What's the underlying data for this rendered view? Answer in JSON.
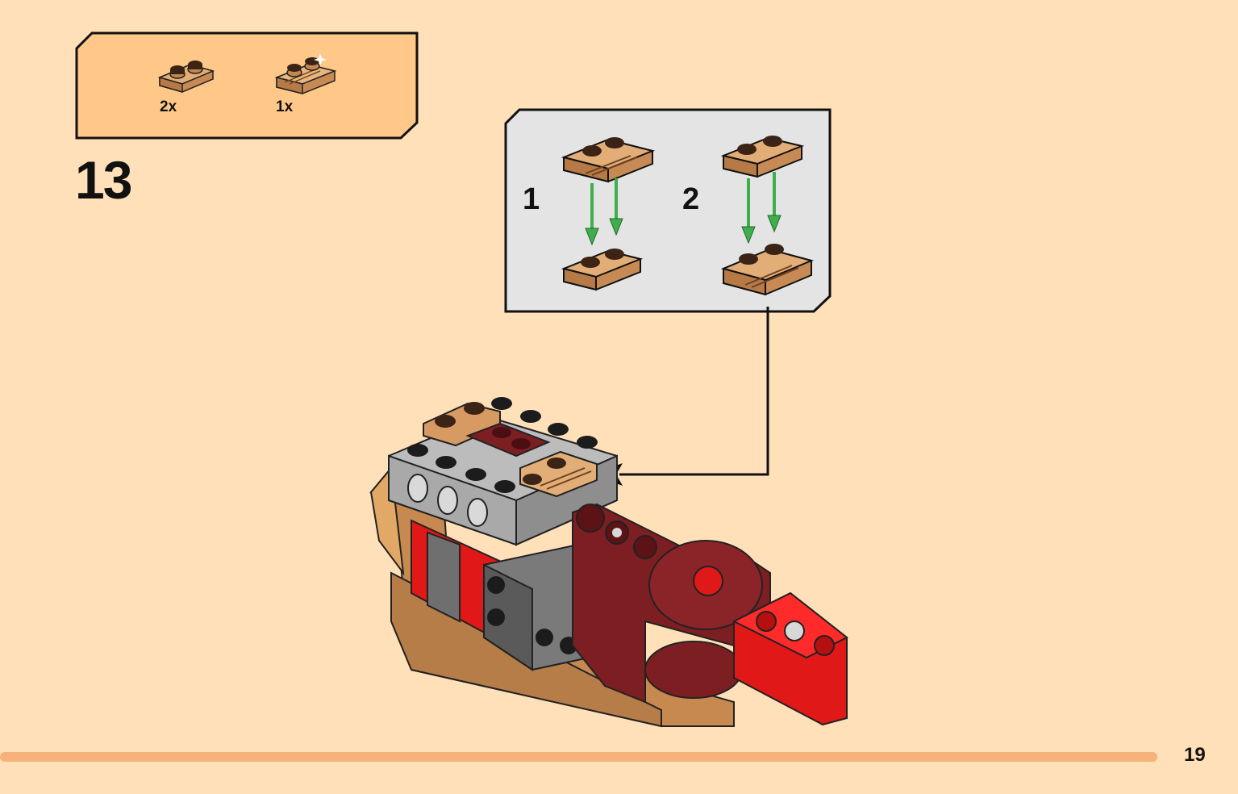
{
  "parts_list": {
    "items": [
      {
        "name": "tan-plate-1x2",
        "count": "2x"
      },
      {
        "name": "tan-plate-1x2-with-rail",
        "count": "1x"
      }
    ]
  },
  "step": {
    "number": "13"
  },
  "callout": {
    "steps": [
      {
        "label": "1"
      },
      {
        "label": "2"
      }
    ]
  },
  "page": {
    "number": "19",
    "progress": 0.935
  },
  "colors": {
    "background": "#ffe0b8",
    "parts_box": "#ffc888",
    "callout_bg": "#e4e4e4",
    "tan": "#d79a62",
    "dark_red": "#7d1f22",
    "red": "#e01818",
    "light_gray": "#bcbcbc",
    "dark_gray": "#6f6f6f",
    "arrow_green": "#3fae4c",
    "progress": "#f6b27a"
  },
  "icons": [
    "green-down-arrow-icon",
    "black-pointer-arrow-icon"
  ]
}
